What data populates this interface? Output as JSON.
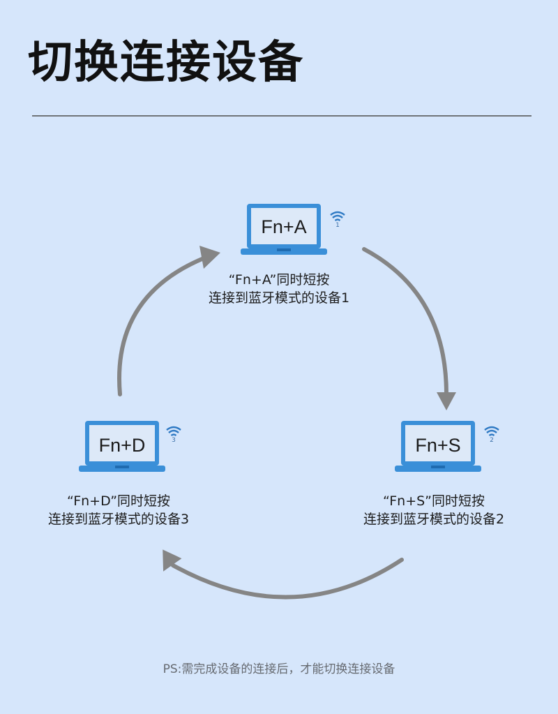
{
  "title": "切换连接设备",
  "devices": [
    {
      "key": "Fn+A",
      "wifi_number": "1",
      "caption_line1": "“Fn+A”同时短按",
      "caption_line2": "连接到蓝牙模式的设备1"
    },
    {
      "key": "Fn+S",
      "wifi_number": "2",
      "caption_line1": "“Fn+S”同时短按",
      "caption_line2": "连接到蓝牙模式的设备2"
    },
    {
      "key": "Fn+D",
      "wifi_number": "3",
      "caption_line1": "“Fn+D”同时短按",
      "caption_line2": "连接到蓝牙模式的设备3"
    }
  ],
  "note": "PS:需完成设备的连接后，才能切换连接设备",
  "colors": {
    "background": "#d6e6fb",
    "laptop_body": "#3a8fd8",
    "laptop_screen": "#dde9f8",
    "arrow": "#858585"
  }
}
